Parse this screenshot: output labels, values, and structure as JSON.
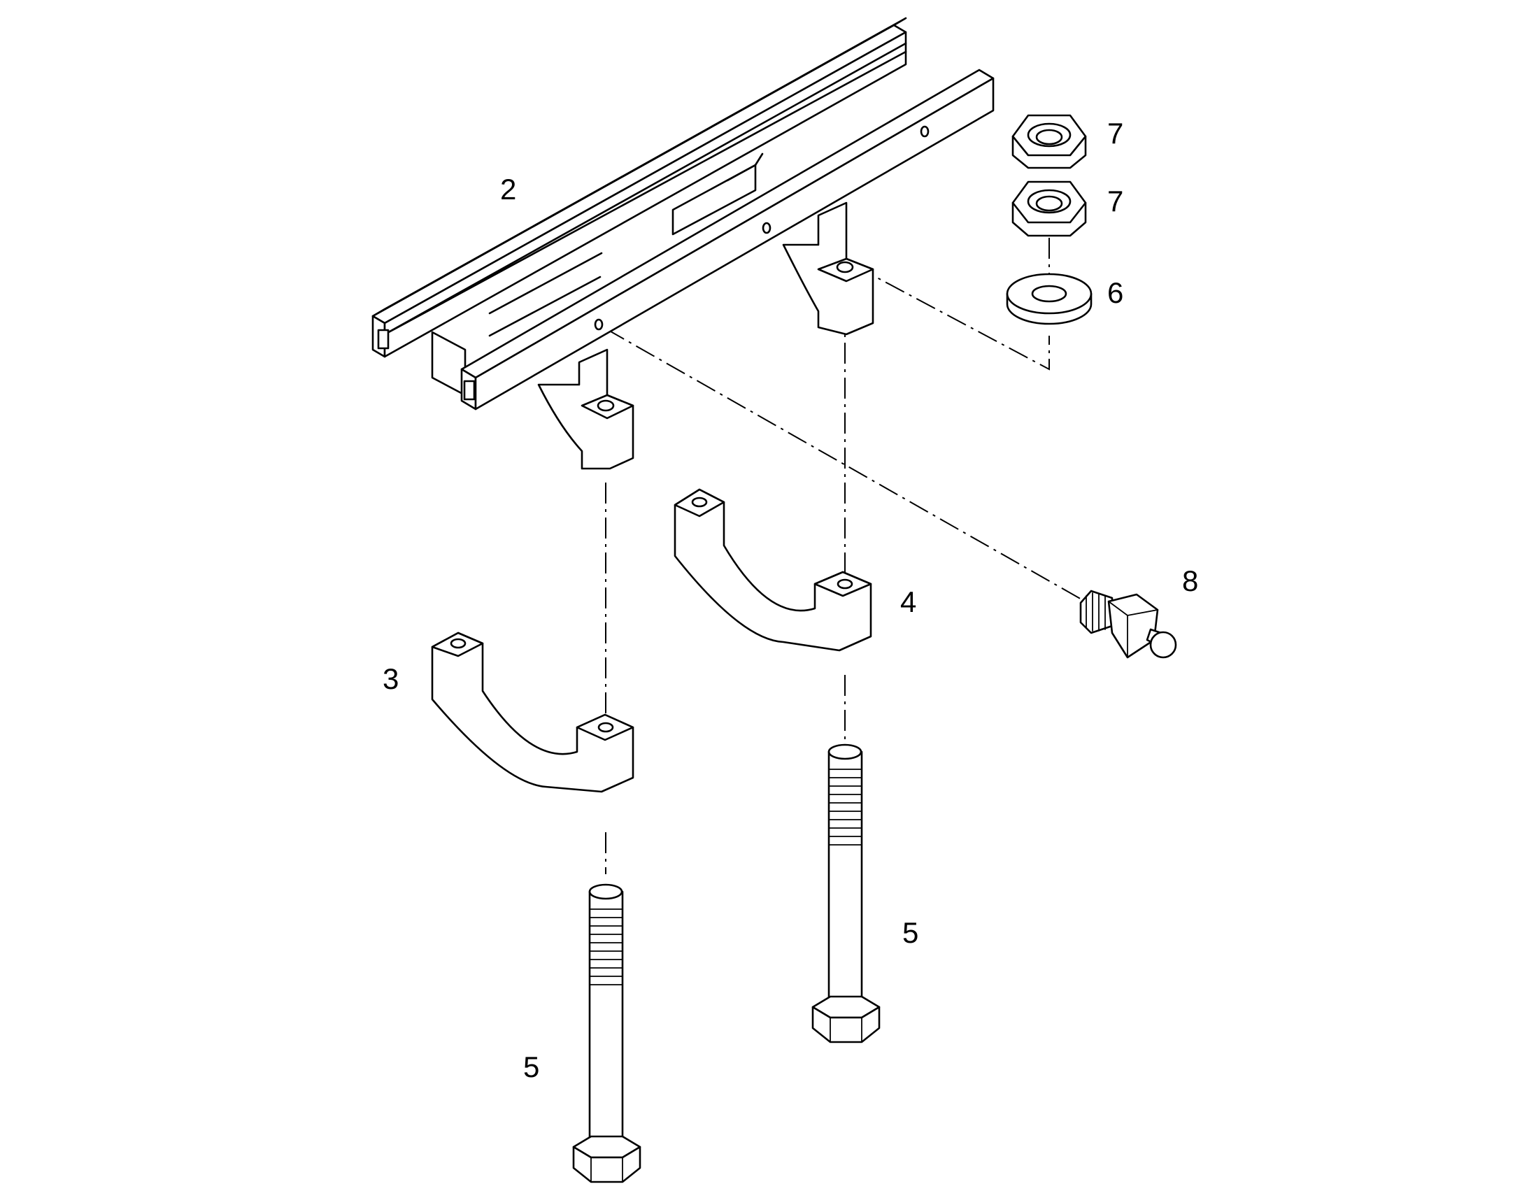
{
  "callouts": {
    "rail": "2",
    "lower_clamp_left": "3",
    "lower_clamp_right": "4",
    "bolt_left": "5",
    "bolt_right": "5",
    "washer": "6",
    "nut_top": "7",
    "nut_second": "7",
    "grease_nipple": "8"
  }
}
